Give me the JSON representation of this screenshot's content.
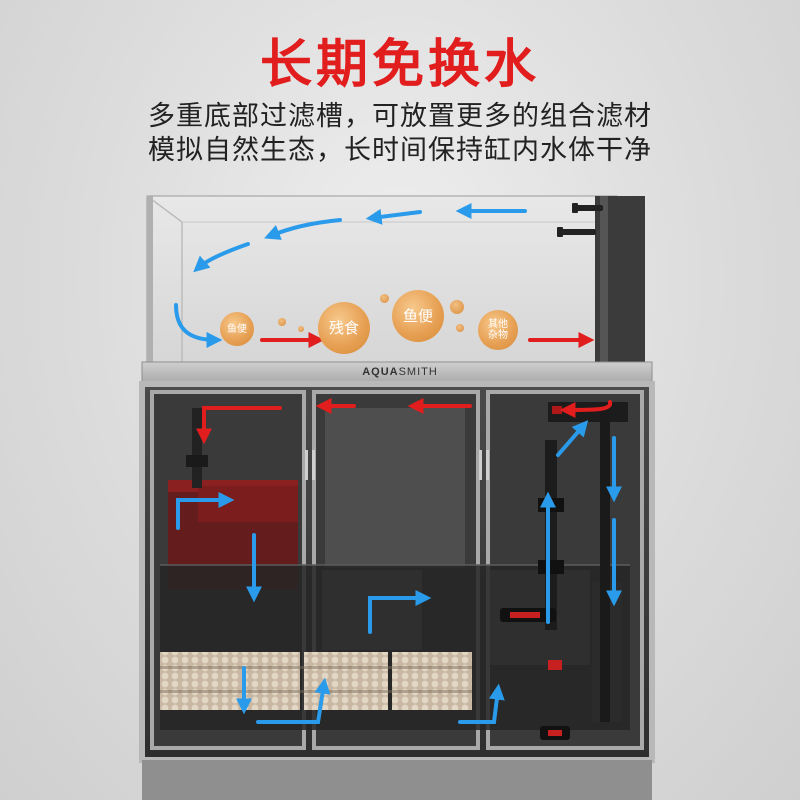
{
  "headline": "长期免换水",
  "subline1": "多重底部过滤槽，可放置更多的组合滤材",
  "subline2": "模拟自然生态，长时间保持缸内水体干净",
  "brand": {
    "bold": "AQUA",
    "rest": "SMITH"
  },
  "bubbles": [
    "鱼便",
    "残食",
    "鱼便",
    "其他杂物"
  ],
  "colors": {
    "accent": "#e11d1d",
    "water_arrow": "#2a9bea",
    "waste": "#e7a155"
  }
}
